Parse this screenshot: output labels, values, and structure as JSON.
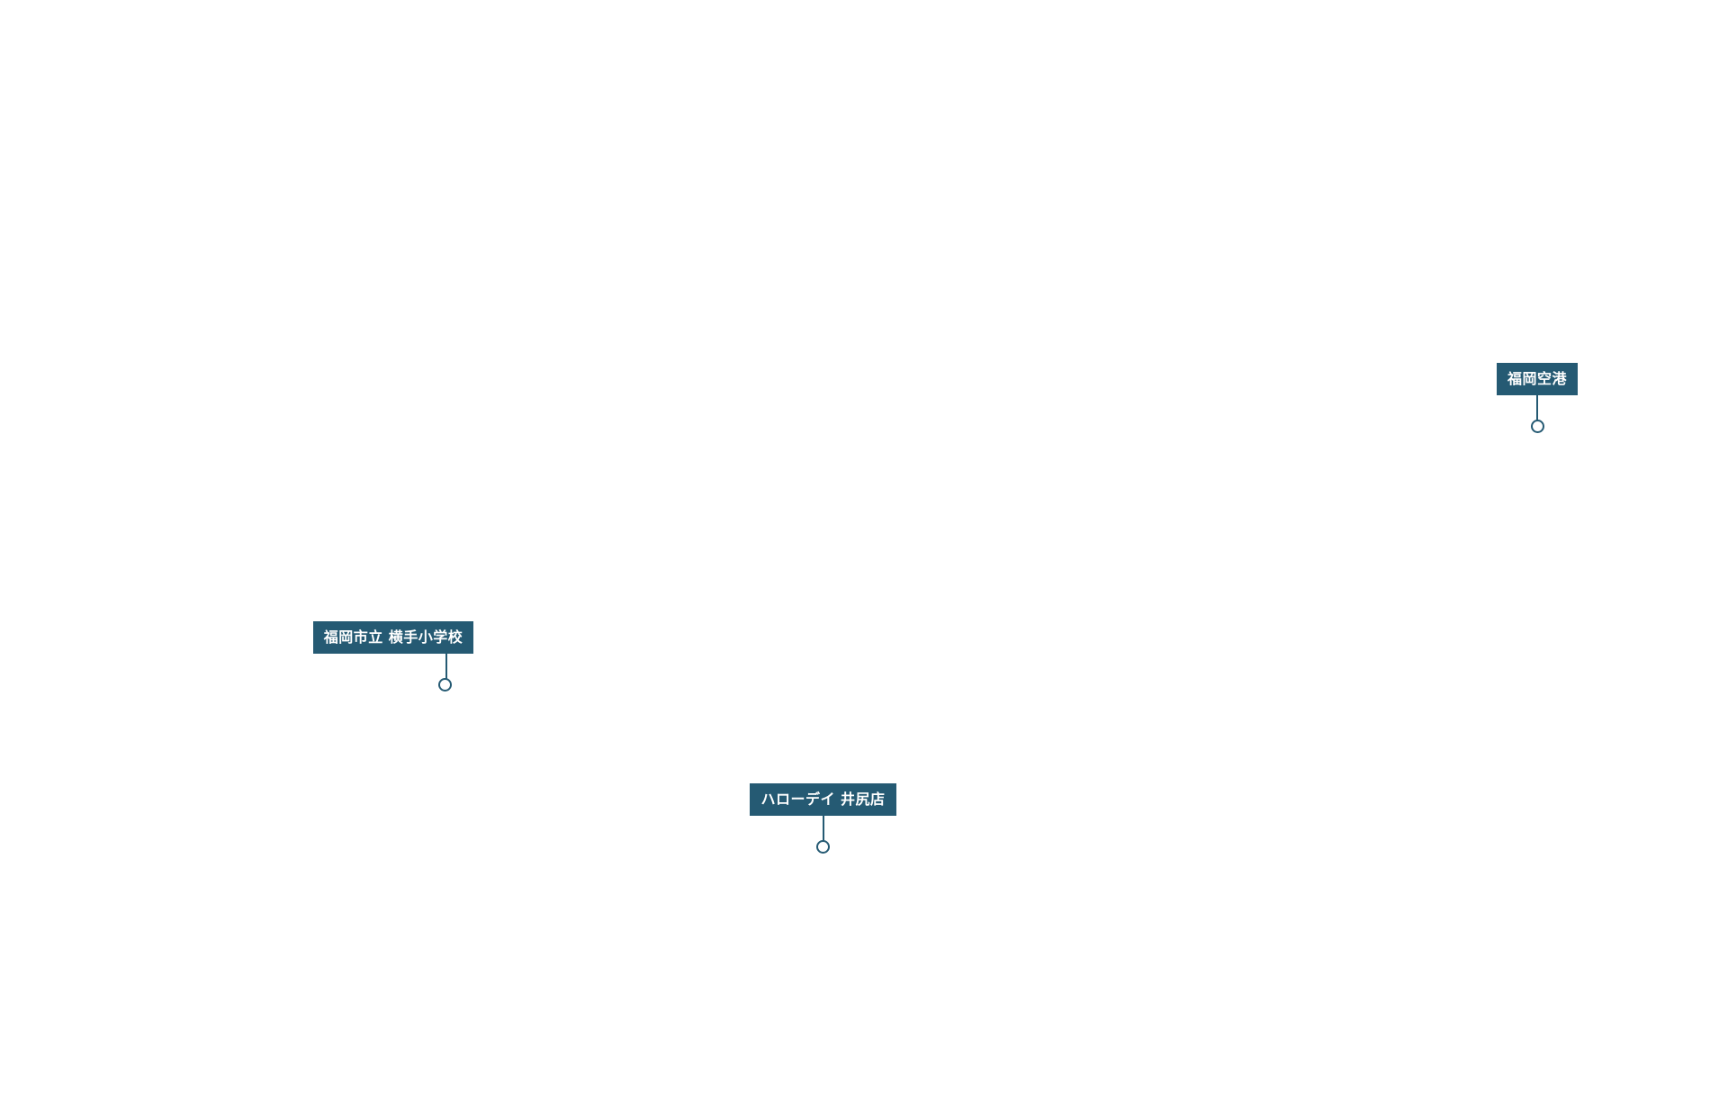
{
  "map": {
    "markers": [
      {
        "id": "airport",
        "label": "福岡空港"
      },
      {
        "id": "school",
        "label": "福岡市立 横手小学校"
      },
      {
        "id": "store",
        "label": "ハローデイ 井尻店"
      }
    ],
    "colors": {
      "marker": "#255a73",
      "background": "#ffffff"
    },
    "icons": {
      "pin": "circle-pin-icon"
    }
  }
}
